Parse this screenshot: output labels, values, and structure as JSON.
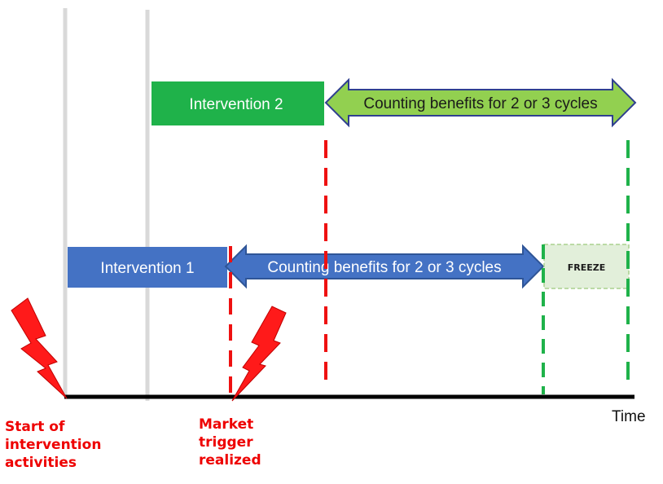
{
  "interventions": [
    {
      "label": "Intervention 1",
      "color": "#4472c4"
    },
    {
      "label": "Intervention 2",
      "color": "#1fb24a"
    }
  ],
  "arrows": [
    {
      "label": "Counting benefits for 2 or 3 cycles",
      "fill": "#4472c4",
      "text_color": "#ffffff"
    },
    {
      "label": "Counting benefits for 2 or 3 cycles",
      "fill": "#92d050",
      "text_color": "#1a1a1a"
    }
  ],
  "freeze": {
    "label": "FREEZE",
    "fill": "#e2efda",
    "border": "#1fb24a"
  },
  "axis": {
    "label": "Time"
  },
  "annotations": {
    "start": "Start of\nintervention\nactivities",
    "market": "Market\ntrigger\nrealized"
  },
  "colors": {
    "trigger": "#ff1a1a",
    "red_dash": "#ee1111",
    "green_dash": "#1fb24a",
    "guide": "#d9d9d9"
  }
}
